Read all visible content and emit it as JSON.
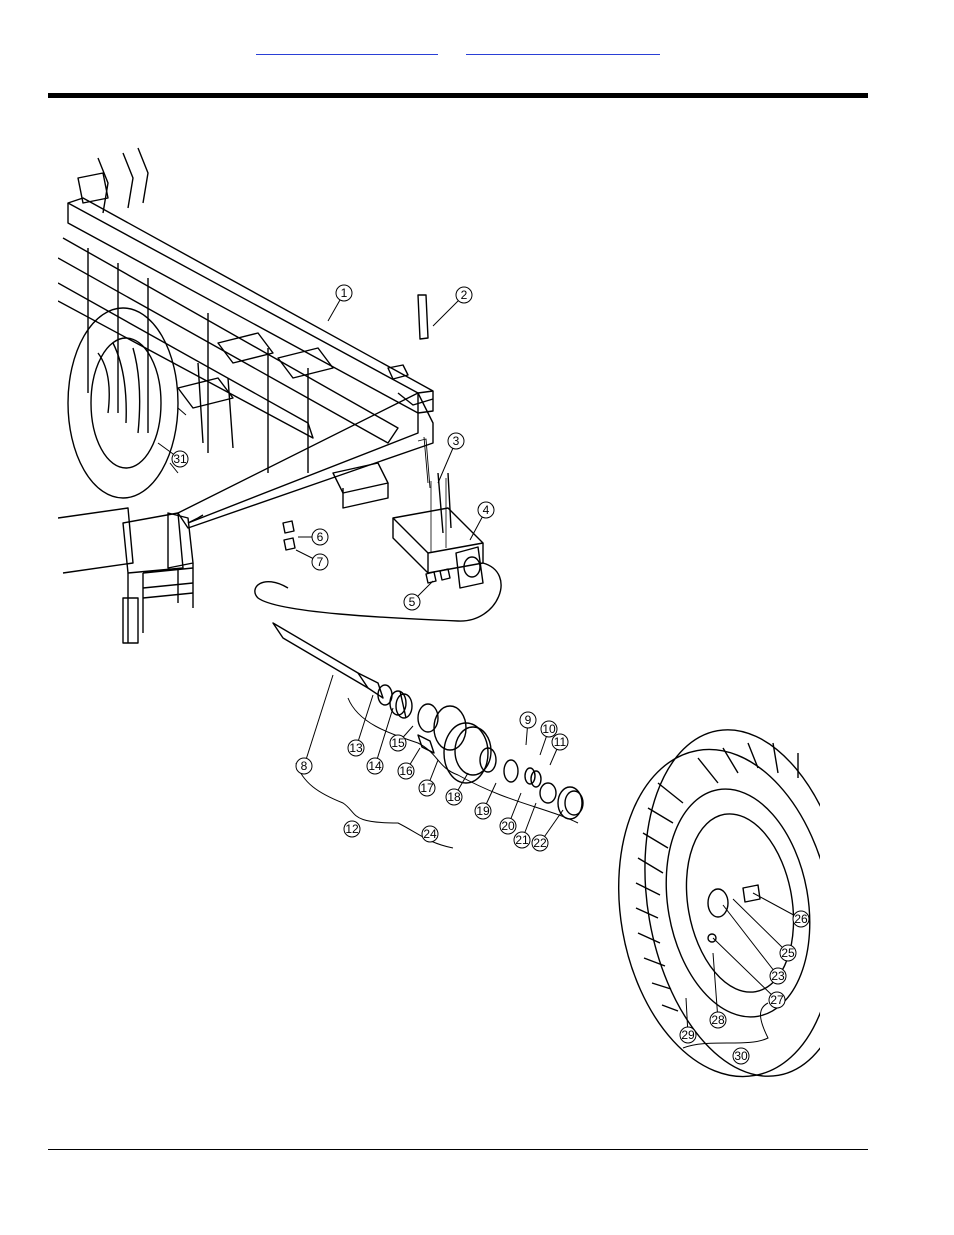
{
  "header": {
    "link_left": "",
    "link_right": ""
  },
  "diagram": {
    "callouts": [
      "1",
      "2",
      "3",
      "4",
      "5",
      "6",
      "7",
      "8",
      "9",
      "10",
      "11",
      "12",
      "13",
      "14",
      "15",
      "16",
      "17",
      "18",
      "19",
      "20",
      "21",
      "22",
      "23",
      "24",
      "25",
      "26",
      "27",
      "28",
      "29",
      "30",
      "31"
    ]
  },
  "colors": {
    "link": "#2a3fd6",
    "rule": "#000000"
  }
}
